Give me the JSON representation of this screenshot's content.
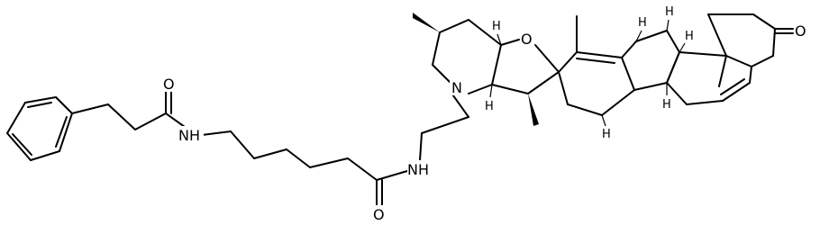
{
  "molecule": {
    "atom_labels": {
      "ketone_oxygen": "O",
      "ring_oxygen": "O",
      "ring_nitrogen": "N",
      "amide_nh_right": "NH",
      "amide_o_right": "O",
      "amide_nh_left": "NH",
      "amide_o_left": "O"
    },
    "stereo_hydrogen": "H"
  }
}
